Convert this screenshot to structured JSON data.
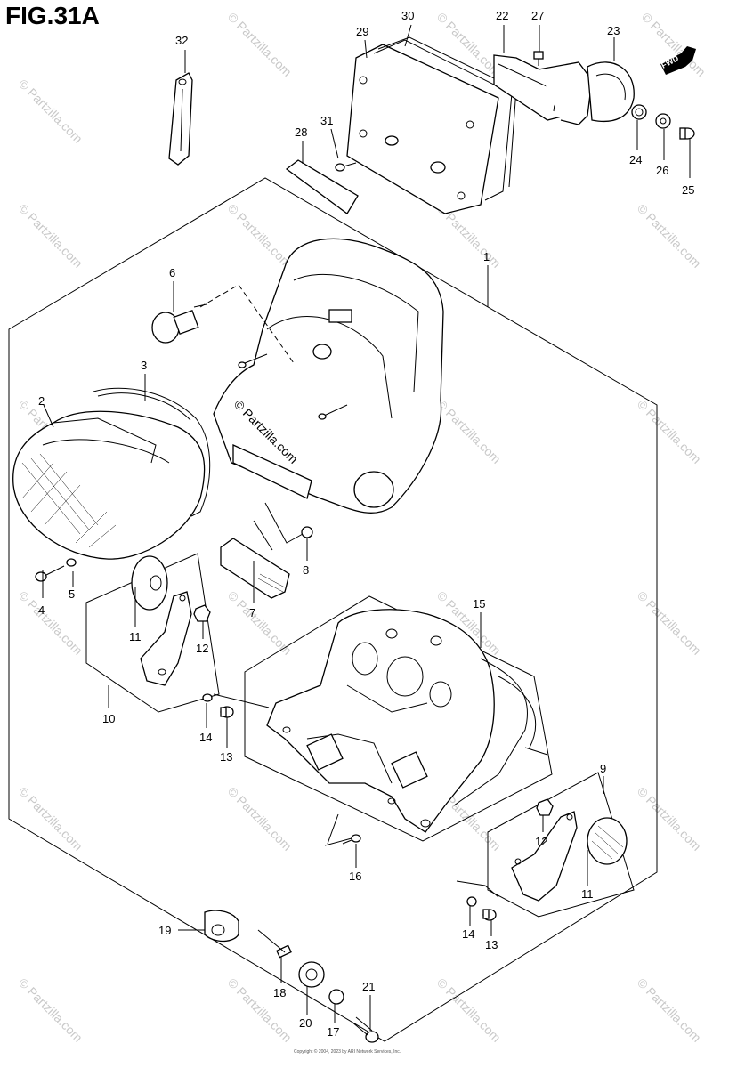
{
  "title": "FIG.31A",
  "fwd_label": "FWD",
  "watermark": "© Partzilla.com",
  "center_watermark": "© Partzilla.com",
  "footer": "Copyright © 2004, 2023 by ARI Network Services, Inc.",
  "callouts": {
    "p1": "1",
    "p2": "2",
    "p3": "3",
    "p4": "4",
    "p5": "5",
    "p6": "6",
    "p7": "7",
    "p8": "8",
    "p9": "9",
    "p10": "10",
    "p11a": "11",
    "p11b": "11",
    "p12a": "12",
    "p12b": "12",
    "p13a": "13",
    "p13b": "13",
    "p14a": "14",
    "p14b": "14",
    "p15": "15",
    "p16": "16",
    "p17": "17",
    "p18": "18",
    "p19": "19",
    "p20": "20",
    "p21": "21",
    "p22": "22",
    "p23": "23",
    "p24": "24",
    "p25": "25",
    "p26": "26",
    "p27": "27",
    "p28": "28",
    "p29": "29",
    "p30": "30",
    "p31": "31",
    "p32": "32"
  }
}
